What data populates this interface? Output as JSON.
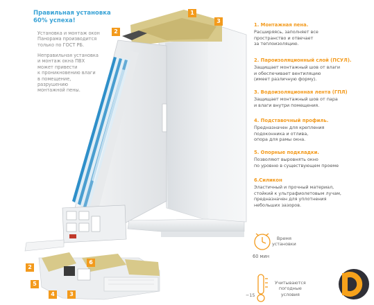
{
  "headline": {
    "line1": "Правильная установка",
    "line2": "60% успеха!"
  },
  "gost_note": [
    "Установка и монтаж окон",
    "Панорама производится",
    "только по ГОСТ РБ."
  ],
  "warning_note": [
    "Неправильная установка",
    "и монтаж окна ПВХ",
    "может привести",
    "к проникновению влаги",
    "в помещение,",
    "разрушению",
    "монтажной пены."
  ],
  "legend": [
    {
      "title": "1. Монтажная пена.",
      "lines": [
        "Расширяясь, заполняет все",
        "пространство и отвечает",
        "за теплоизоляцию."
      ]
    },
    {
      "title": "2. Пароизоляционный слой (ПСУЛ).",
      "lines": [
        "Защищает монтажный шов от влаги",
        "и обеспечивает вентиляцию",
        "(имеет различную форму)."
      ]
    },
    {
      "title": "3. Водоизоляционная лента (ГПЛ)",
      "lines": [
        "Защищает монтажный шов от пара",
        "и влаги внутри помещения."
      ]
    },
    {
      "title": "4. Подставочный профиль.",
      "lines": [
        "Предназначен для крепления",
        "подоконника и отлива,",
        "опора для рамы окна."
      ]
    },
    {
      "title": "5. Опорные подкладки.",
      "lines": [
        "Позволяют выровнять окно",
        "по уровню в существующем проеме"
      ]
    },
    {
      "title": "6.Силикон",
      "lines": [
        "Эластичный и прочный материал,",
        "стойкий к ультрафиолетовым лучам,",
        "предназначен для уплотнения",
        "небольших зазоров."
      ]
    }
  ],
  "info": {
    "time_label": [
      "Время",
      "установки"
    ],
    "time_value": "60 мин",
    "weather_label": [
      "Учитываются",
      "погодные",
      "условия"
    ],
    "temperature": "−15"
  },
  "badges": {
    "top": [
      "1",
      "2",
      "3"
    ],
    "bottom": [
      "2",
      "5",
      "4",
      "3",
      "6"
    ]
  },
  "colors": {
    "accent": "#f39a1c",
    "headline": "#3aa3d6",
    "glass": "#2e8fc9",
    "logo_dark": "#2f2f36",
    "logo_accent": "#f7a21b"
  }
}
